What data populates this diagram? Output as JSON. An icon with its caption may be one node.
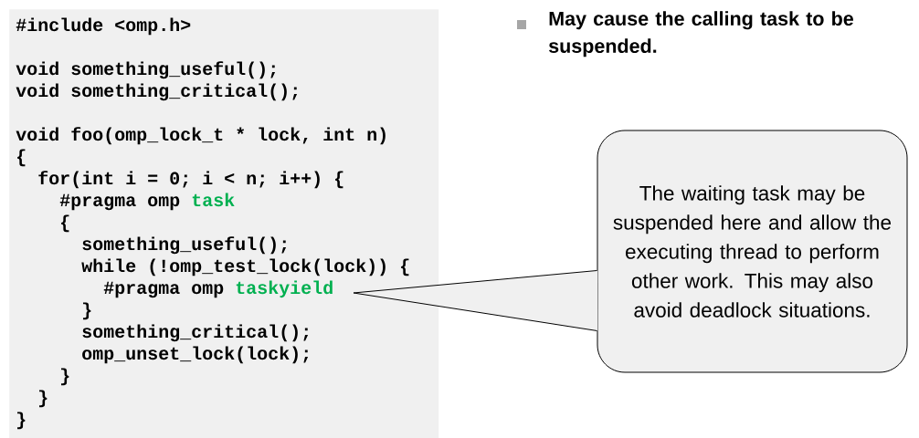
{
  "diagram": {
    "nodes": [
      {
        "text": [
          "#include <omp.h>",
          "void something_useful();",
          "void something_critical();",
          "void foo(omp_lock_t * lock, int n)",
          "{",
          "for(int i = 0; i < n; i++) {",
          "#pragma omp",
          "task",
          "{",
          "something_useful();",
          "while (!omp_test_lock(lock)) {",
          "#pragma omp",
          "taskyield",
          "}",
          "something_critical();",
          "omp_unset_lock(lock);",
          "}",
          "}",
          "}"
        ]
      },
      {
        "text": [
          "The waiting task may be suspended here and allow the executing thread to perform other work. This may also avoid deadlock situations."
        ]
      }
    ],
    "edges": [
      {
        "from": 1,
        "to": 0,
        "arrow": "none"
      }
    ],
    "labels": [
      "May cause the calling task to be suspended."
    ]
  }
}
